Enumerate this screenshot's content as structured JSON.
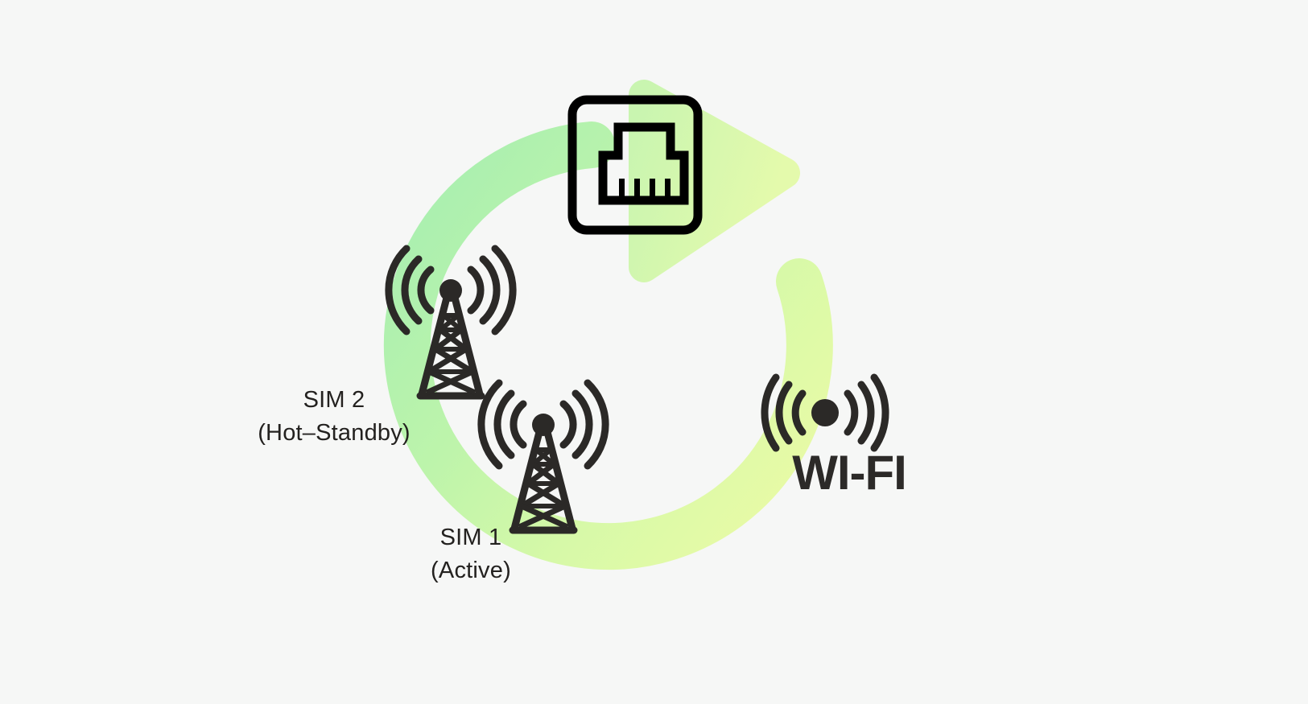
{
  "page": {
    "background_color": "#f6f7f6",
    "title": "Dual SIM failover with Wi-Fi and Ethernet connectivity diagram"
  },
  "colors": {
    "background": "#f6f7f6",
    "ring_start": "#b0f0b4",
    "ring_mid": "#d4f8a9",
    "ring_end": "#e9fba6",
    "arrow_fill": "#dcf8b0",
    "icon_dark": "#23211f",
    "wifi_text": "#2c2a28",
    "label_text": "#23211f"
  },
  "nodes": {
    "ethernet": {
      "icon": "ethernet-port-icon",
      "label": ""
    },
    "sim2": {
      "icon": "cell-tower-icon",
      "label_line1": "SIM 2",
      "label_line2": "(Hot–Standby)"
    },
    "sim1": {
      "icon": "cell-tower-icon",
      "label_line1": "SIM 1",
      "label_line2": "(Active)"
    },
    "wifi": {
      "icon": "wifi-broadcast-icon",
      "label": "WI-FI"
    }
  },
  "ring": {
    "icon": "failover-cycle-arrow",
    "direction": "clockwise",
    "gradient_stops": [
      "#b0f0b4",
      "#cdf7aa",
      "#e9fba6"
    ]
  }
}
